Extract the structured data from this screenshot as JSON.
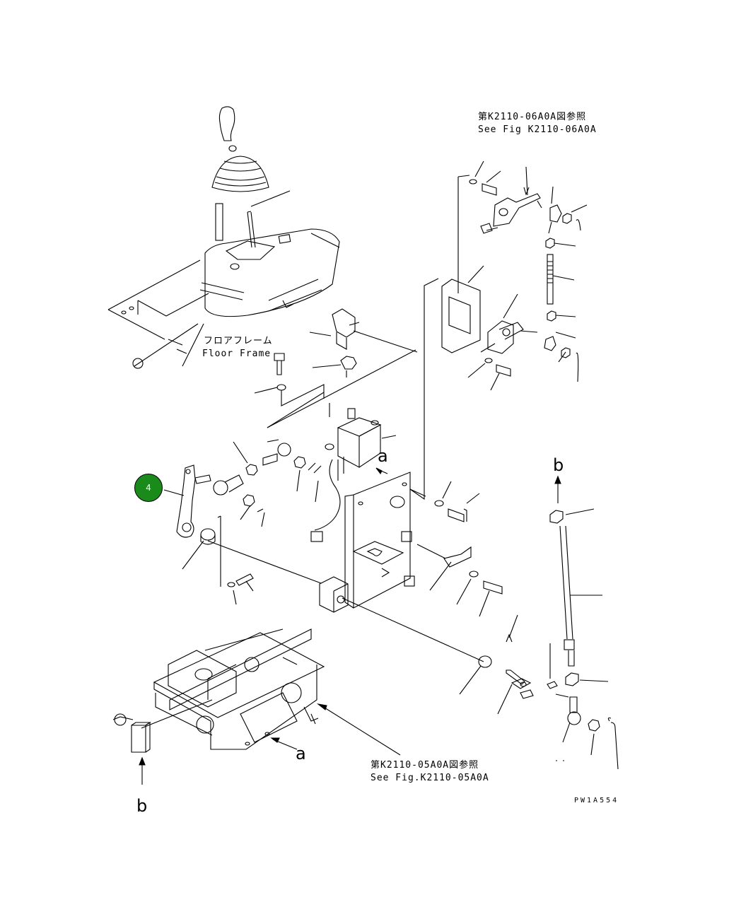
{
  "references": {
    "top_jp": "第K2110-06A0A図参照",
    "top_en": "See Fig K2110-06A0A",
    "bottom_jp": "第K2110-05A0A図参照",
    "bottom_en": "See Fig.K2110-05A0A"
  },
  "frame_label": {
    "jp": "フロアフレーム",
    "en": "Floor Frame"
  },
  "connectors": {
    "a": "a",
    "b": "b"
  },
  "marker": {
    "number": "4",
    "color": "#1a8a1a"
  },
  "drawing_code": "PW1A554"
}
